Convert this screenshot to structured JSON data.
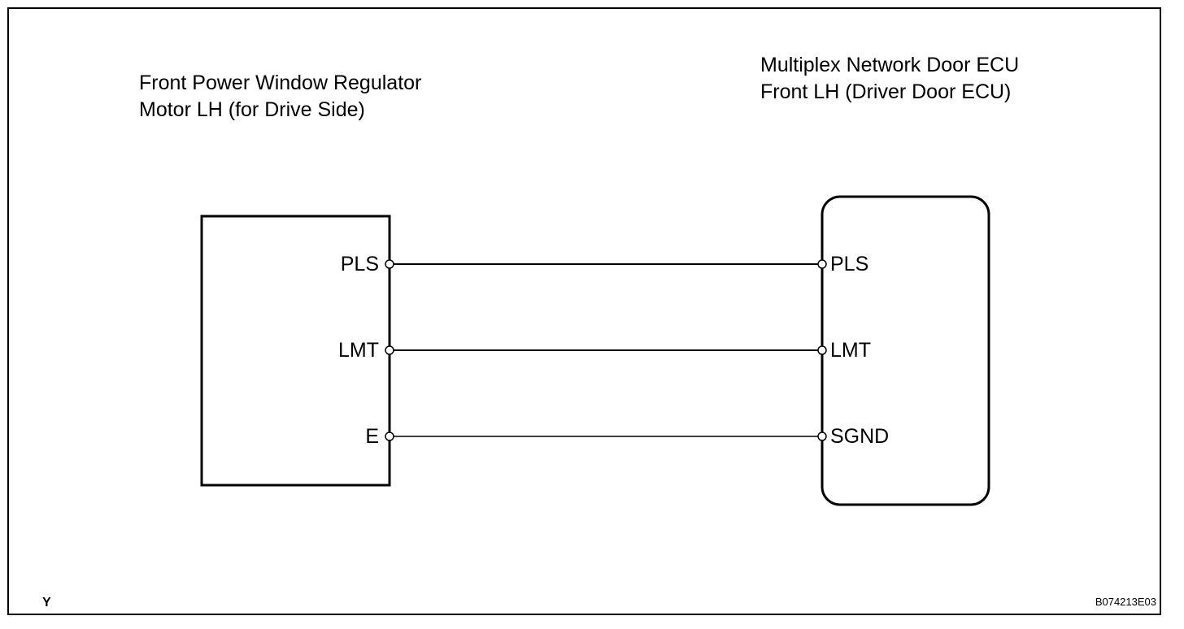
{
  "components": {
    "motor": {
      "title_line1": "Front Power Window Regulator",
      "title_line2": "Motor LH (for Drive Side)"
    },
    "ecu": {
      "title_line1": "Multiplex Network Door ECU",
      "title_line2": "Front LH (Driver Door ECU)"
    }
  },
  "wires": [
    {
      "from_pin": "PLS",
      "to_pin": "PLS"
    },
    {
      "from_pin": "LMT",
      "to_pin": "LMT"
    },
    {
      "from_pin": "E",
      "to_pin": "SGND"
    }
  ],
  "footer": {
    "left_code": "Y",
    "figure_id": "B074213E03"
  },
  "colors": {
    "line": "#000000",
    "background": "#ffffff"
  }
}
